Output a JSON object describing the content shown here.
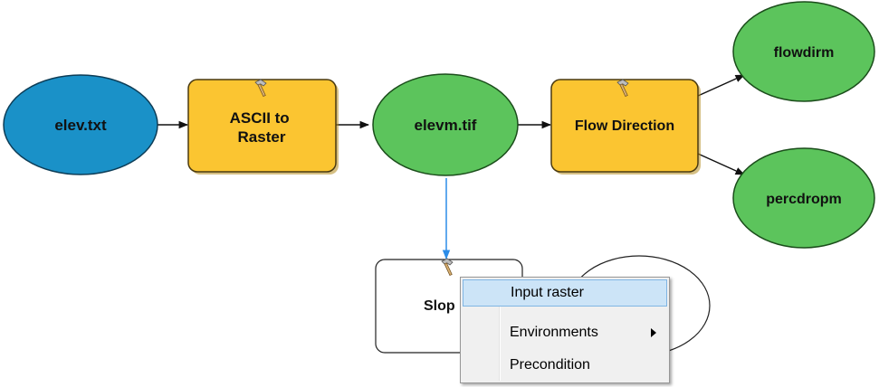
{
  "nodes": {
    "elev_txt": {
      "label": "elev.txt",
      "color": "#1a91c8"
    },
    "ascii_to_raster": {
      "label_line1": "ASCII to",
      "label_line2": "Raster",
      "color": "#fbc531"
    },
    "elevm_tif": {
      "label": "elevm.tif",
      "color": "#5cc45c"
    },
    "flow_direction": {
      "label": "Flow Direction",
      "color": "#fbc531"
    },
    "flowdirm": {
      "label": "flowdirm",
      "color": "#5cc45c"
    },
    "percdropm": {
      "label": "percdropm",
      "color": "#5cc45c"
    },
    "slope": {
      "label": "Slop",
      "color": "#ffffff"
    }
  },
  "context_menu": {
    "items": [
      {
        "label": "Input raster",
        "highlighted": true,
        "has_submenu": false
      },
      {
        "label": "Environments",
        "highlighted": false,
        "has_submenu": true
      },
      {
        "label": "Precondition",
        "highlighted": false,
        "has_submenu": false
      }
    ]
  },
  "colors": {
    "connector": "#111111",
    "active_connector": "#2b8ce8",
    "tool_fill": "#fbc531",
    "data_fill_green": "#5cc45c",
    "data_fill_blue": "#1a91c8"
  },
  "icons": {
    "tool": "hammer-icon"
  }
}
